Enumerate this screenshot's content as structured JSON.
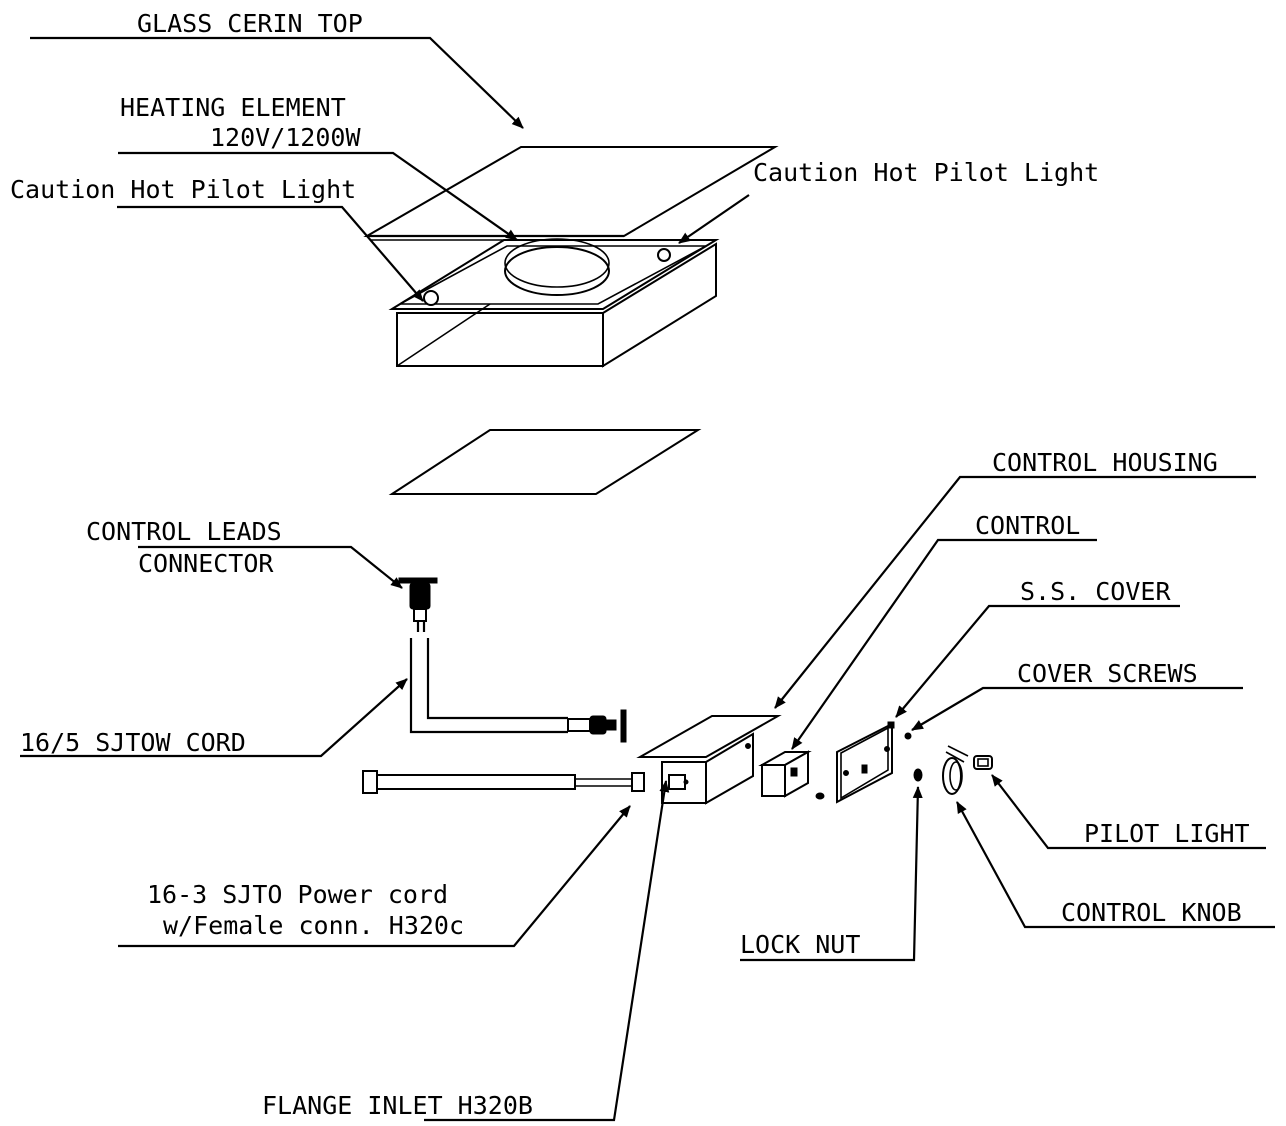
{
  "labels": {
    "glass_top": "GLASS CERIN TOP",
    "heating_element_line1": "HEATING ELEMENT",
    "heating_element_line2": "120V/1200W",
    "caution_left": "Caution Hot Pilot Light",
    "caution_right": "Caution Hot Pilot Light",
    "control_leads_line1": "CONTROL LEADS",
    "control_leads_line2": "CONNECTOR",
    "cord_165": "16/5 SJTOW CORD",
    "power_cord_line1": "16-3 SJTO Power cord",
    "power_cord_line2": "w/Female conn. H320c",
    "flange_inlet": "FLANGE INLET H320B",
    "control_housing": "CONTROL HOUSING",
    "control": "CONTROL",
    "ss_cover": "S.S. COVER",
    "cover_screws": "COVER SCREWS",
    "pilot_light": "PILOT LIGHT",
    "control_knob": "CONTROL KNOB",
    "lock_nut": "LOCK NUT"
  }
}
